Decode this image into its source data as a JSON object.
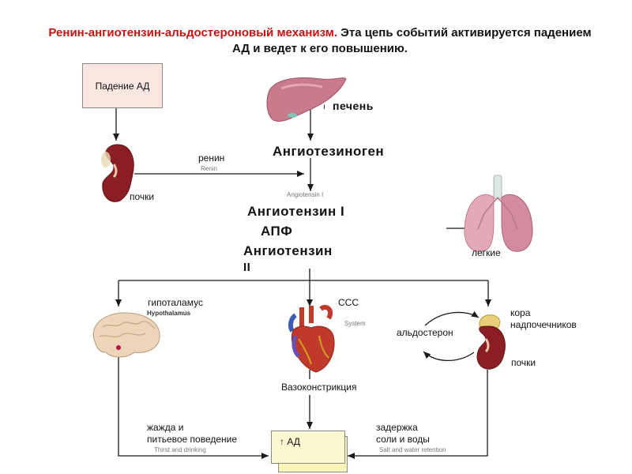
{
  "title": {
    "highlight": "Ренин-ангиотензин-альдостероновый механизм.",
    "rest": " Эта цепь событий активируется падением АД и ведет к его повышению."
  },
  "nodes": {
    "bp_drop": "Падение АД",
    "liver": "печень",
    "kidney_top": "почки",
    "renin": "ренин",
    "renin_en": "Renin",
    "angiotensinogen": "Ангиотезиноген",
    "angiotensin1_en": "Angiotensin I",
    "angiotensin1": "Ангиотензин I",
    "ace": "АПФ",
    "angiotensin2_line1": "Ангиотензин",
    "angiotensin2_line2": "II",
    "lungs": "легкие",
    "hypothalamus": "гипоталамус",
    "hypothalamus_en": "Hypothalamus",
    "css": "ССС",
    "css_en": "System",
    "adrenal_line1": "кора",
    "adrenal_line2": "надпочечников",
    "aldosterone": "альдостерон",
    "kidney_bottom": "почки",
    "vasoconstriction": "Вазоконстрикция",
    "thirst_line1": "жажда и",
    "thirst_line2": "питьевое поведение",
    "thirst_en": "Thirst and drinking",
    "retention_line1": "задержка",
    "retention_line2": "соли и воды",
    "retention_en": "Salt and water retention",
    "bp_rise": "↑ АД"
  },
  "colors": {
    "title_red": "#cc1111",
    "box_pink": "#fbe6e0",
    "box_yellow": "#fdf8cf",
    "arrow": "#1a1a1a"
  },
  "icons": [
    "liver-image",
    "kidney-image",
    "lungs-image",
    "brain-image",
    "heart-image",
    "adrenal-kidney-image"
  ]
}
